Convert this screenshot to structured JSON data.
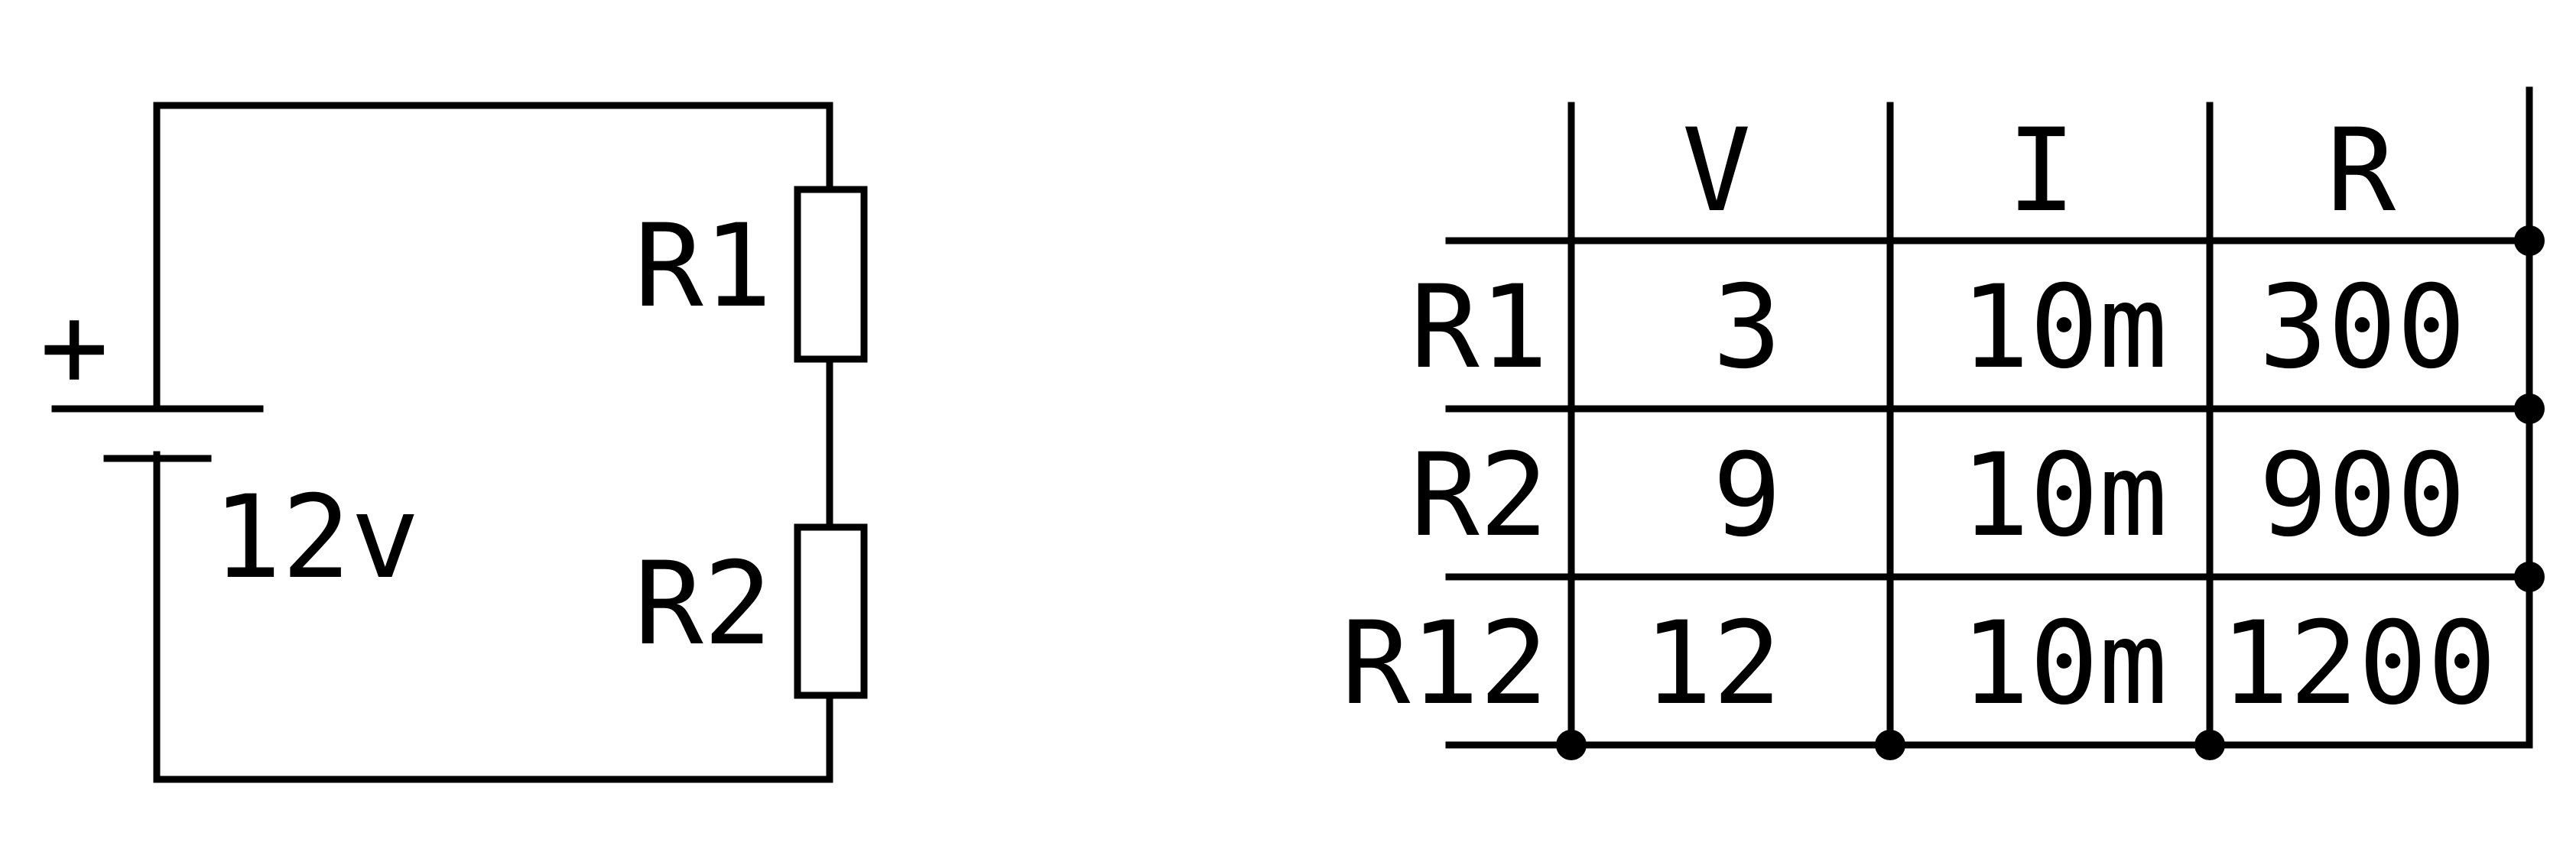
{
  "circuit": {
    "battery": {
      "plus_sign": "+",
      "voltage_label": "12v"
    },
    "resistors": [
      {
        "label": "R1"
      },
      {
        "label": "R2"
      }
    ]
  },
  "table": {
    "columns": [
      "V",
      "I",
      "R"
    ],
    "rows": [
      {
        "label": "R1",
        "values": [
          "3",
          "10m",
          "300"
        ]
      },
      {
        "label": "R2",
        "values": [
          "9",
          "10m",
          "900"
        ]
      },
      {
        "label": "R12",
        "values": [
          "12",
          "10m",
          "1200"
        ]
      }
    ]
  },
  "colors": {
    "ink": "#000000",
    "background": "#ffffff"
  }
}
